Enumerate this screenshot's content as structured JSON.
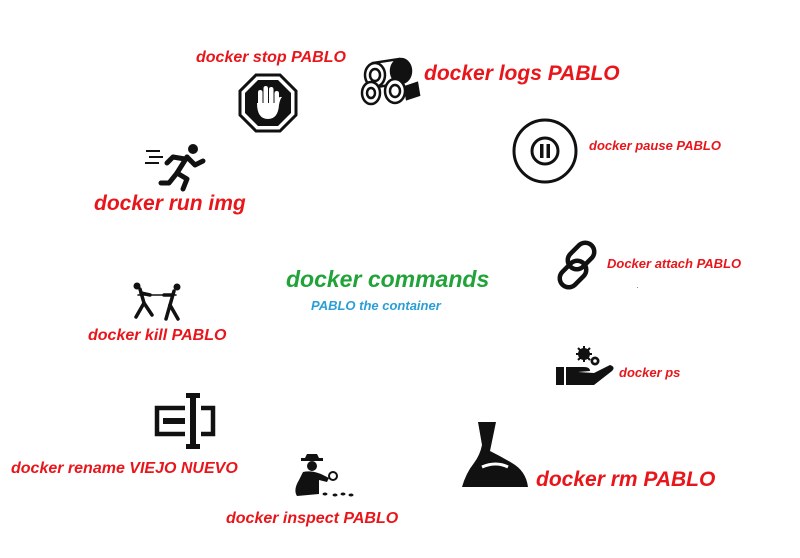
{
  "center": {
    "title": "docker commands",
    "subtitle": "PABLO the container"
  },
  "commands": {
    "stop": "docker stop PABLO",
    "logs": "docker logs PABLO",
    "pause": "docker pause PABLO",
    "run": "docker run img",
    "attach": "Docker attach PABLO",
    "kill": "docker kill PABLO",
    "ps": "docker ps",
    "rename": "docker rename VIEJO NUEVO",
    "rm": "docker rm PABLO",
    "inspect": "docker inspect PABLO"
  },
  "colors": {
    "command": "#e8161b",
    "title": "#21a33a",
    "subtitle": "#2a9fd6",
    "icon": "#111111"
  },
  "icons": [
    "stop-hand-icon",
    "logs-icon",
    "pause-icon",
    "running-person-icon",
    "chain-link-icon",
    "tug-of-war-icon",
    "gears-in-hand-icon",
    "rename-cursor-icon",
    "shoe-step-icon",
    "detective-icon"
  ]
}
